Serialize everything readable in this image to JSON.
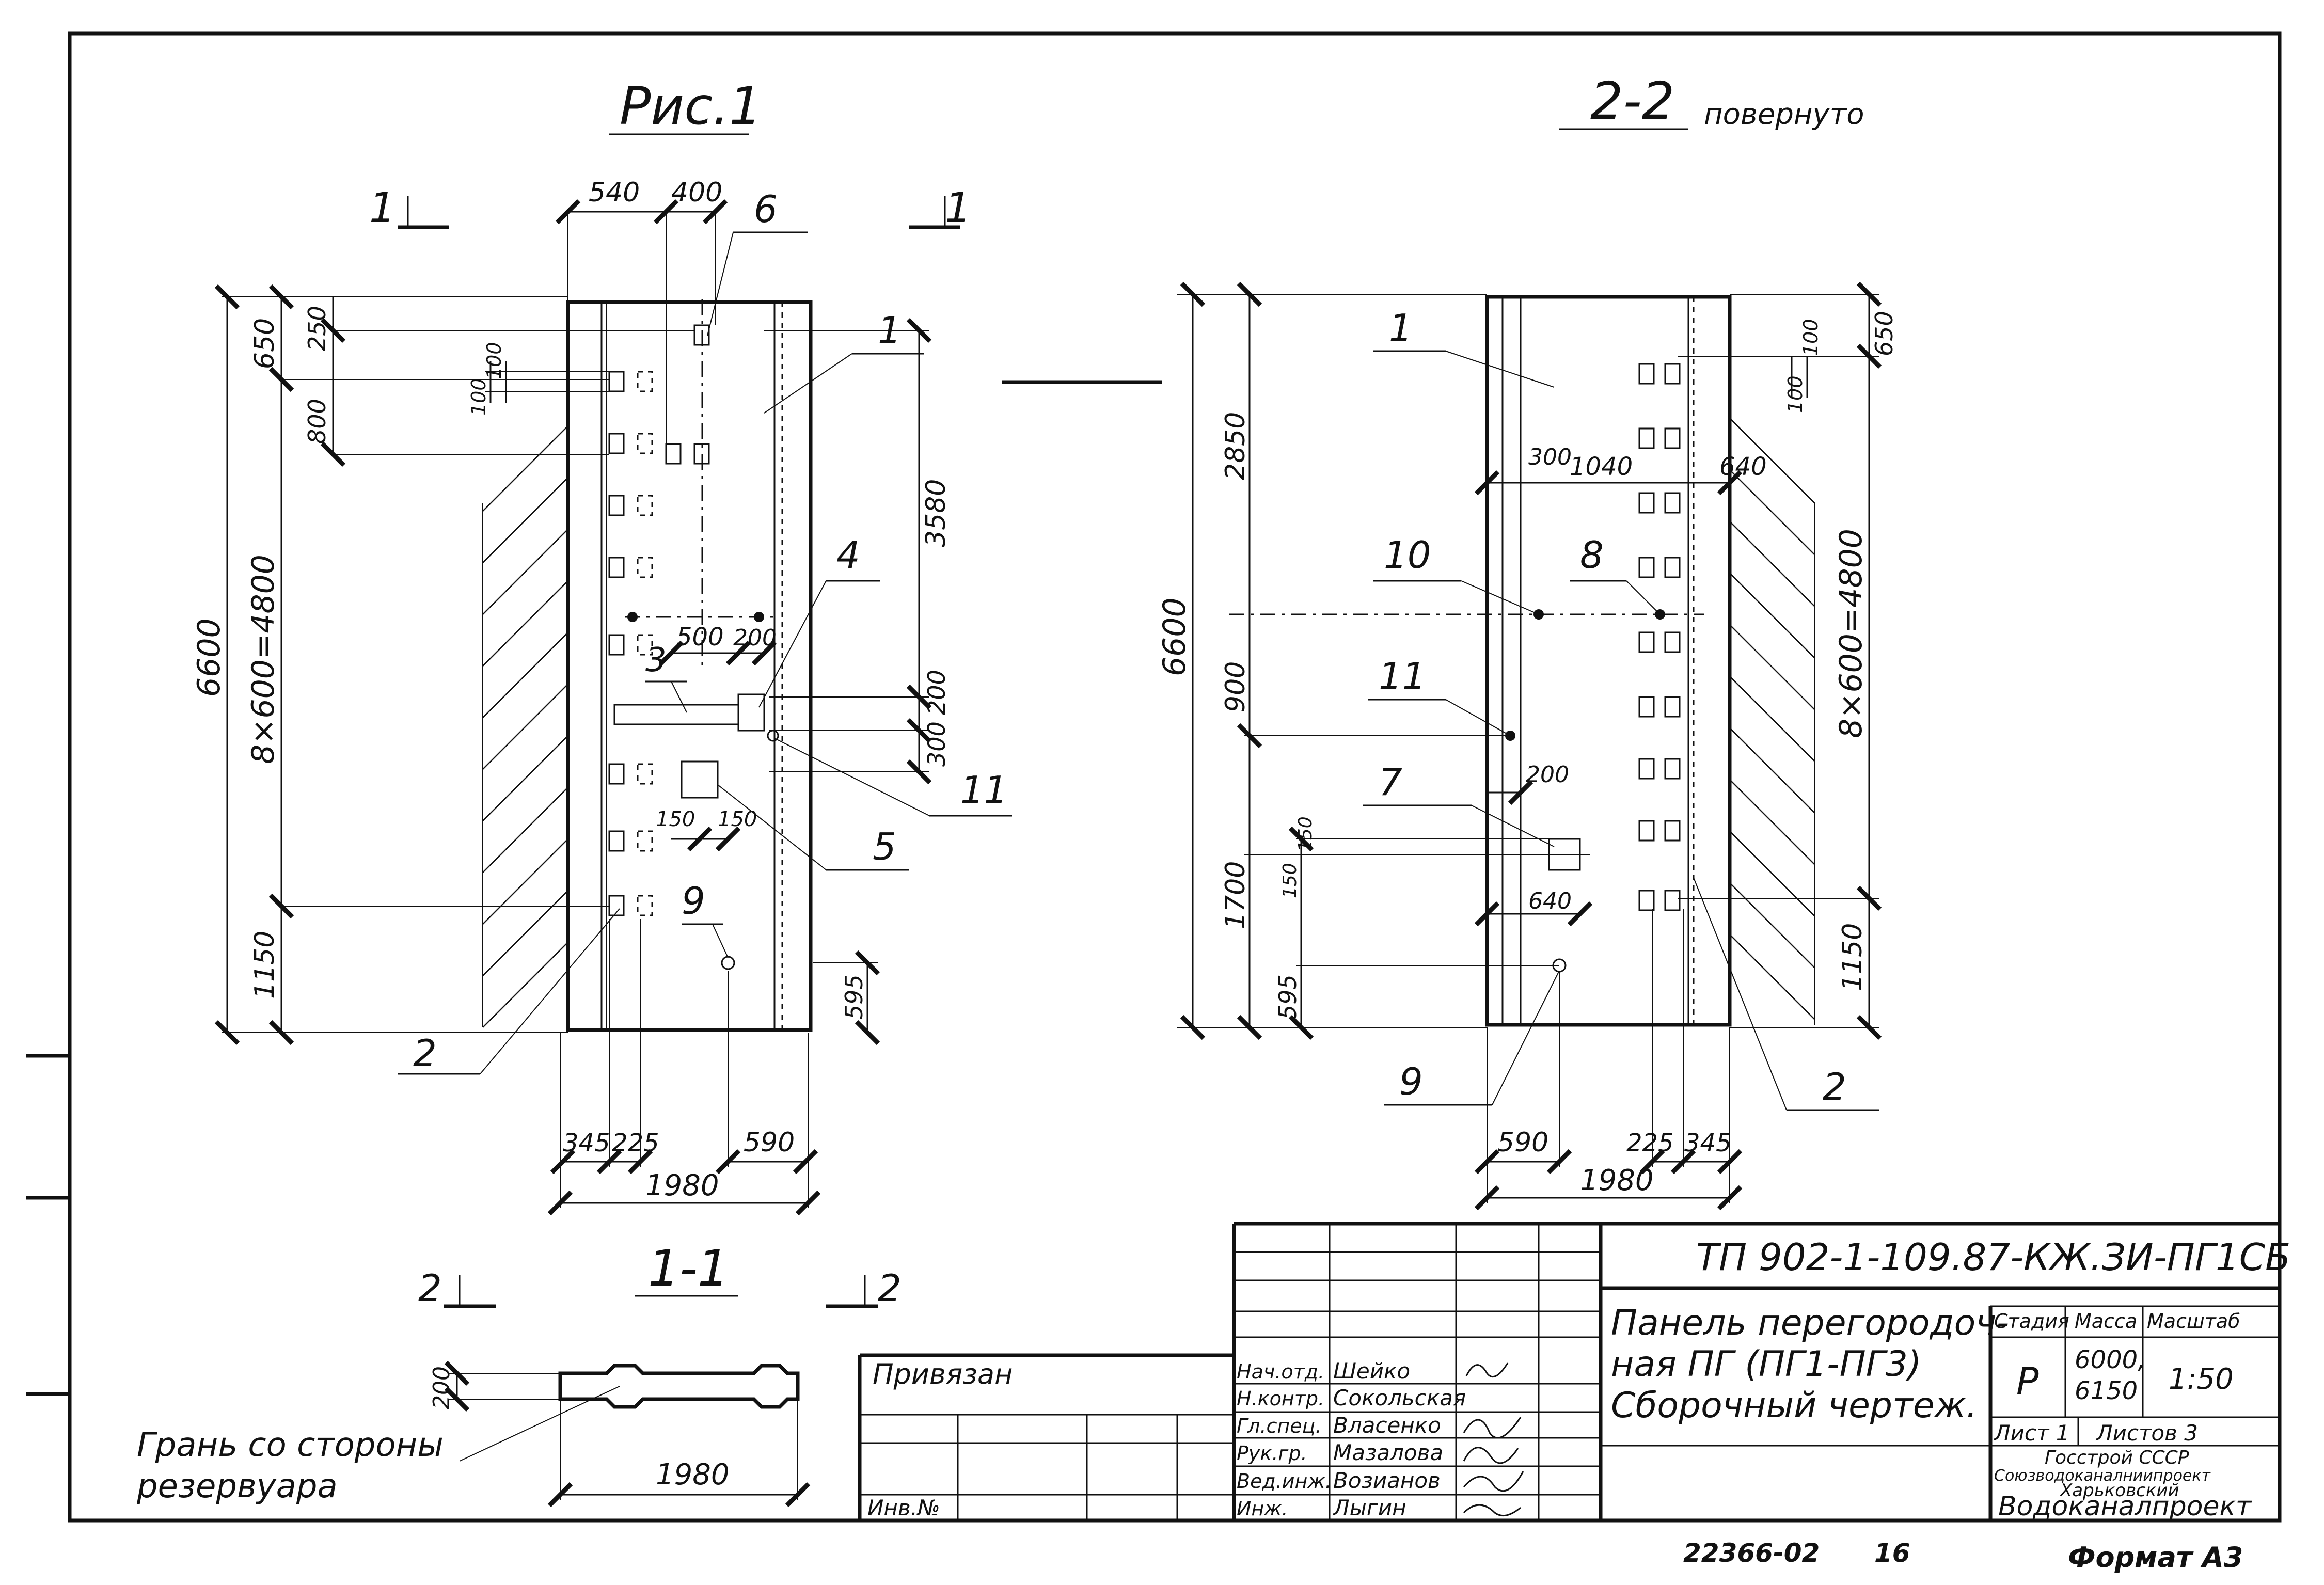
{
  "fig1": {
    "title": "Рис.1",
    "sec_mark_left": "1",
    "sec_mark_right": "1",
    "dims_top": [
      "540",
      "400"
    ],
    "dims_left": [
      "650",
      "250",
      "100",
      "100",
      "800",
      "6600",
      "8×600=4800",
      "1150"
    ],
    "dims_right": [
      "3580",
      "200",
      "300",
      "595"
    ],
    "dims_inner": [
      "500",
      "200",
      "150",
      "150"
    ],
    "dims_bottom": [
      "345",
      "225",
      "590",
      "1980"
    ],
    "callouts": [
      "6",
      "1",
      "4",
      "3",
      "11",
      "5",
      "9",
      "2"
    ]
  },
  "sec22": {
    "title": "2-2",
    "note": "повернуто",
    "dims_left": [
      "6600",
      "2850",
      "900",
      "1700",
      "595",
      "150",
      "150"
    ],
    "dims_right": [
      "650",
      "100",
      "100",
      "8×600=4800",
      "1150"
    ],
    "dims_inner": [
      "300",
      "1040",
      "640",
      "200",
      "640"
    ],
    "dims_bottom": [
      "590",
      "225",
      "345",
      "1980"
    ],
    "callouts": [
      "1",
      "10",
      "8",
      "11",
      "7",
      "9",
      "2"
    ]
  },
  "sec11": {
    "title": "1-1",
    "mark_left": "2",
    "mark_right": "2",
    "dim_thickness": "200",
    "dim_width": "1980",
    "note_line1": "Грань со стороны",
    "note_line2": "резервуара"
  },
  "title_block": {
    "code": "ТП 902-1-109.87-КЖ.ЗИ-ПГ1СБ",
    "name_line1": "Панель перегородоч-",
    "name_line2": "ная ПГ (ПГ1-ПГ3)",
    "name_line3": "Сборочный чертеж.",
    "h_stage": "Стадия",
    "h_mass": "Масса",
    "h_scale": "Масштаб",
    "stage": "Р",
    "mass1": "6000,",
    "mass2": "6150",
    "scale": "1:50",
    "sheet": "Лист 1",
    "sheets": "Листов 3",
    "org1": "Госстрой СССР",
    "org2": "Союзводоканалниипроект",
    "org3": "Харьковский",
    "org4": "Водоканалпроект",
    "roles": [
      "Нач.отд.",
      "Н.контр.",
      "Гл.спец.",
      "Рук.гр.",
      "Вед.инж.",
      "Инж."
    ],
    "names": [
      "Шейко",
      "Сокольская",
      "Власенко",
      "Мазалова",
      "Возианов",
      "Лыгин"
    ],
    "privyazan": "Привязан",
    "inv": "Инв.№"
  },
  "footer": {
    "doc_number": "22366-02",
    "page": "16",
    "format": "Формат А3"
  }
}
